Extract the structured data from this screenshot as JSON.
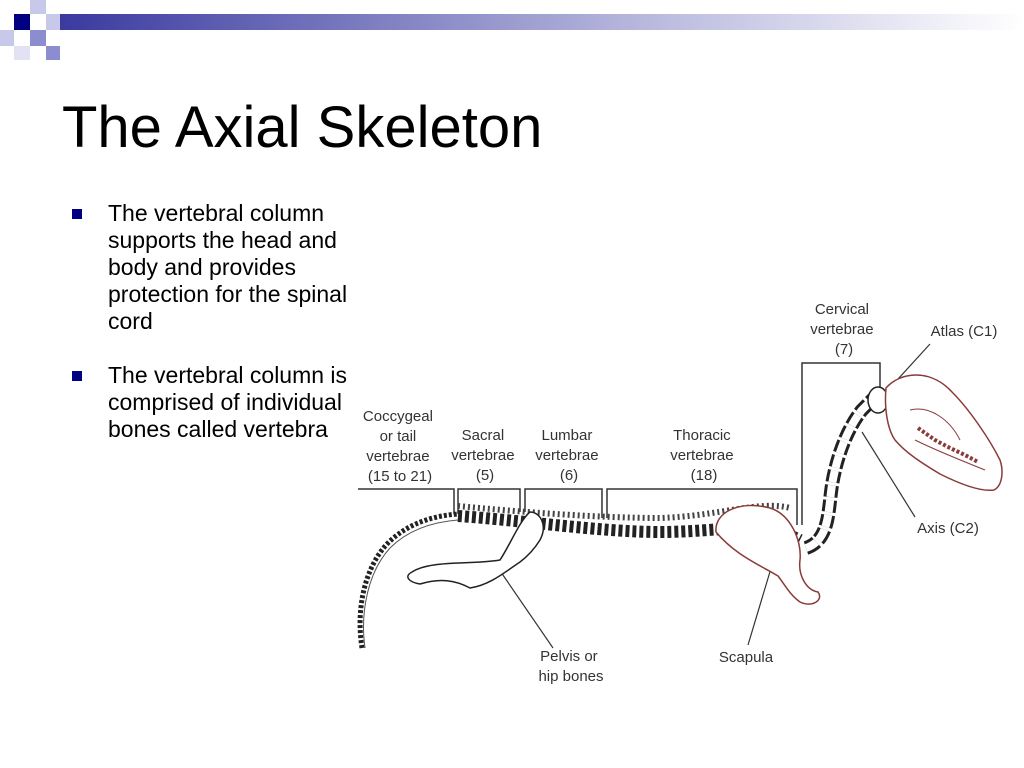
{
  "slide": {
    "title": "The Axial Skeleton",
    "bullets": [
      "The vertebral column supports the head and body and provides protection for the spinal cord",
      "The vertebral column is comprised of individual bones called vertebra"
    ]
  },
  "diagram": {
    "labels": {
      "coccygeal": [
        "Coccygeal",
        "or tail",
        "vertebrae",
        "(15 to 21)"
      ],
      "sacral": [
        "Sacral",
        "vertebrae",
        "(5)"
      ],
      "lumbar": [
        "Lumbar",
        "vertebrae",
        "(6)"
      ],
      "thoracic": [
        "Thoracic",
        "vertebrae",
        "(18)"
      ],
      "cervical": [
        "Cervical",
        "vertebrae",
        "(7)"
      ],
      "atlas": "Atlas (C1)",
      "axis": "Axis (C2)",
      "scapula": "Scapula",
      "pelvis": [
        "Pelvis or",
        "hip bones"
      ]
    }
  },
  "colors": {
    "accent_navy": "#000080",
    "accent_blue": "#6e6ec8",
    "bone_outline": "#8b3a3a",
    "spine": "#222222"
  }
}
